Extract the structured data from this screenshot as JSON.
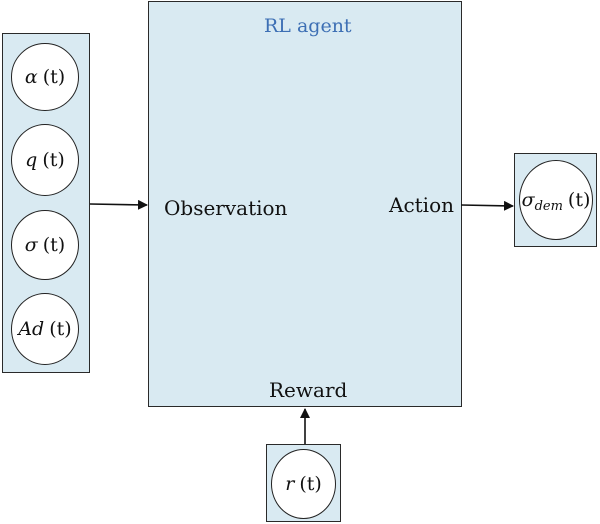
{
  "colors": {
    "box_fill": "#d9eaf2",
    "title": "#3d6fb4",
    "stroke": "#222222"
  },
  "agent": {
    "title": "RL agent",
    "observation_label": "Observation",
    "action_label": "Action",
    "reward_label": "Reward"
  },
  "inputs": [
    {
      "symbol": "α",
      "sub": "",
      "arg": "(t)"
    },
    {
      "symbol": "q",
      "sub": "",
      "arg": "(t)"
    },
    {
      "symbol": "σ",
      "sub": "",
      "arg": "(t)"
    },
    {
      "symbol": "Ad",
      "sub": "",
      "arg": "(t)"
    }
  ],
  "output": {
    "symbol": "σ",
    "sub": "dem",
    "arg": "(t)"
  },
  "reward_signal": {
    "symbol": "r",
    "sub": "",
    "arg": "(t)"
  }
}
